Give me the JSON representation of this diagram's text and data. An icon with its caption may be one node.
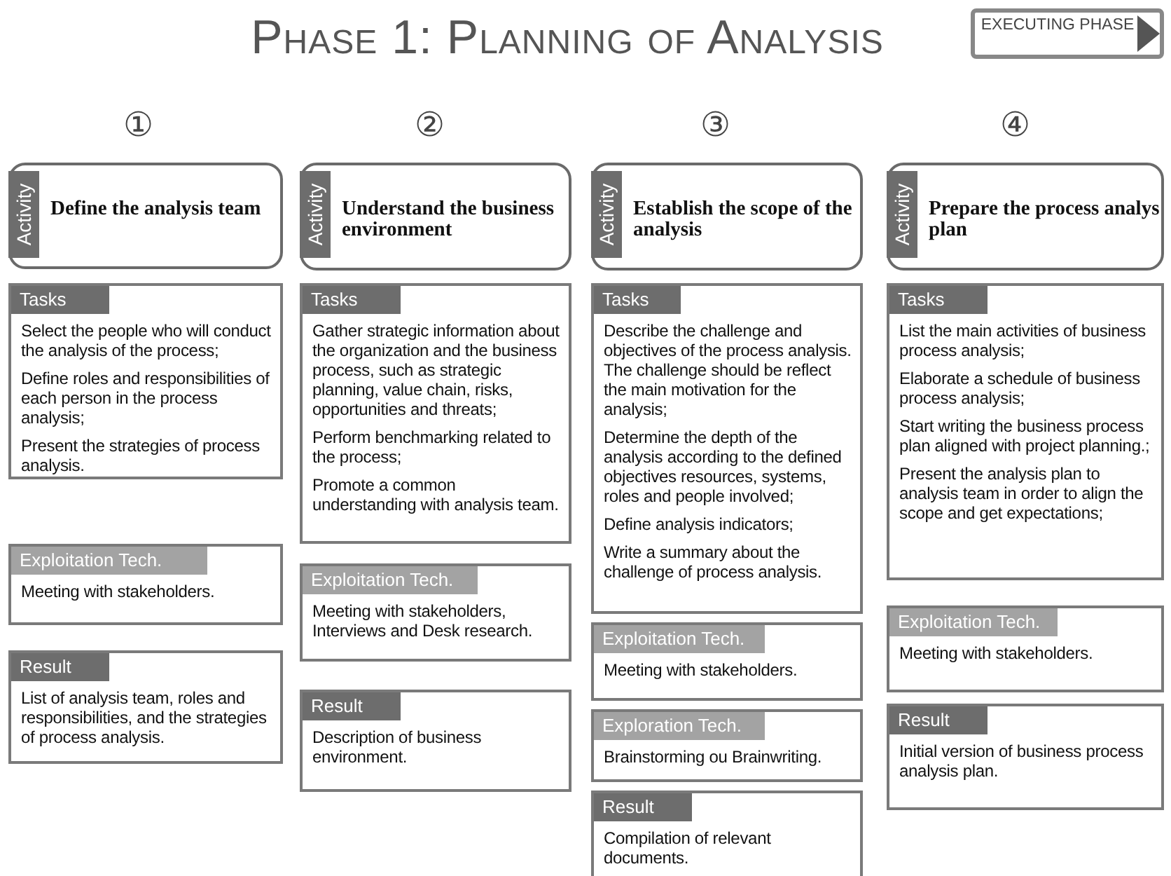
{
  "diagram": {
    "title": "Phase 1: Planning of Analysis",
    "nodes": [
      {
        "text": [
          "EXECUTING PHASE"
        ]
      },
      {
        "text": [
          "Activity",
          "Define the analysis team"
        ]
      },
      {
        "text": [
          "Tasks",
          "Select the people who will conduct the analysis of the process;",
          "Define roles and responsibilities of each person in the process analysis;",
          "Present the strategies of process analysis."
        ]
      },
      {
        "text": [
          "Exploitation Tech.",
          "Meeting with stakeholders."
        ]
      },
      {
        "text": [
          "Result",
          "List of analysis team, roles and responsibilities, and the strategies of process analysis."
        ]
      },
      {
        "text": [
          "Activity",
          "Understand the business environment"
        ]
      },
      {
        "text": [
          "Tasks",
          "Gather strategic information about the organization and the business process, such as strategic planning, value chain, risks, opportunities and threats;",
          "Perform benchmarking related to the process;",
          "Promote a common understanding with analysis team."
        ]
      },
      {
        "text": [
          "Exploitation Tech.",
          "Meeting with stakeholders, Interviews and Desk research."
        ]
      },
      {
        "text": [
          "Result",
          "Description of business environment."
        ]
      },
      {
        "text": [
          "Activity",
          "Establish the scope of the analysis"
        ]
      },
      {
        "text": [
          "Tasks",
          "Describe the challenge and objectives of the process analysis. The challenge should be reflect the main motivation for the analysis;",
          "Determine the depth of the analysis according to the defined objectives resources, systems, roles and people involved;",
          "Define analysis indicators;",
          "Write a summary about the challenge of process analysis."
        ]
      },
      {
        "text": [
          "Exploitation Tech.",
          "Meeting with stakeholders."
        ]
      },
      {
        "text": [
          "Exploration Tech.",
          "Brainstorming ou Brainwriting."
        ]
      },
      {
        "text": [
          "Result",
          "Compilation of relevant documents."
        ]
      },
      {
        "text": [
          "Activity",
          "Prepare the process analys plan"
        ]
      },
      {
        "text": [
          "Tasks",
          "List the main activities of business process analysis;",
          "Elaborate a schedule of business process analysis;",
          "Start writing the business process plan aligned with project planning.;",
          "Present the analysis plan to analysis team in order to align the scope and get expectations;"
        ]
      },
      {
        "text": [
          "Exploitation Tech.",
          "Meeting with stakeholders."
        ]
      },
      {
        "text": [
          "Result",
          "Initial version of business process analysis plan."
        ]
      }
    ],
    "edges": [],
    "labels": [
      "①",
      "②",
      "③",
      "④"
    ]
  }
}
